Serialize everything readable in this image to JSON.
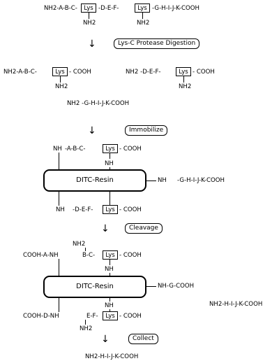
{
  "top": {
    "seg1": "NH2-A-B-C-",
    "lys1": "Lys",
    "seg2": "-D-E-F-",
    "lys2": "Lys",
    "seg3": "-G-H-I-J-K-COOH",
    "nh2_1": "NH2",
    "nh2_2": "NH2"
  },
  "steps": {
    "digest": "Lys-C Protease Digestion",
    "immobilize": "Immobilize",
    "cleavage": "Cleavage",
    "collect": "Collect"
  },
  "fragments": {
    "f1_left": "NH2-A-B-C-",
    "f1_lys": "Lys",
    "f1_right": "- COOH",
    "f1_nh2": "NH2",
    "f2_left": "NH2 -D-E-F-",
    "f2_lys": "Lys",
    "f2_right": "- COOH",
    "f2_nh2": "NH2",
    "f3": "NH2 -G-H-I-J-K-COOH"
  },
  "immobilized": {
    "upper_nh": "NH",
    "upper_chain": "-A-B-C-",
    "upper_lys": "Lys",
    "upper_cooh": "- COOH",
    "upper_nh_mid": "NH",
    "resin_label": "DITC-Resin",
    "right_nh": "NH",
    "right_chain": "-G-H-I-J-K-COOH",
    "lower_nh": "NH",
    "lower_chain": "-D-E-F-",
    "lower_lys": "Lys",
    "lower_cooh": "- COOH"
  },
  "cleaved": {
    "left_upper": "COOH-A-NH",
    "nh2_top": "NH2",
    "upper_chain": "B-C-",
    "upper_lys": "Lys",
    "upper_cooh": "- COOH",
    "upper_nh_mid": "NH",
    "resin_label": "DITC-Resin",
    "right_label": "NH-G-COOH",
    "released": "NH2-H-I-J-K-COOH",
    "left_lower": "COOH-D-NH",
    "lower_nh_mid": "NH",
    "lower_chain": "E-F-",
    "lower_lys": "Lys",
    "lower_cooh": "- COOH",
    "nh2_bottom": "NH2"
  },
  "result": "NH2-H-I-J-K-COOH",
  "icons": {
    "arrow": "down-arrow-icon"
  }
}
